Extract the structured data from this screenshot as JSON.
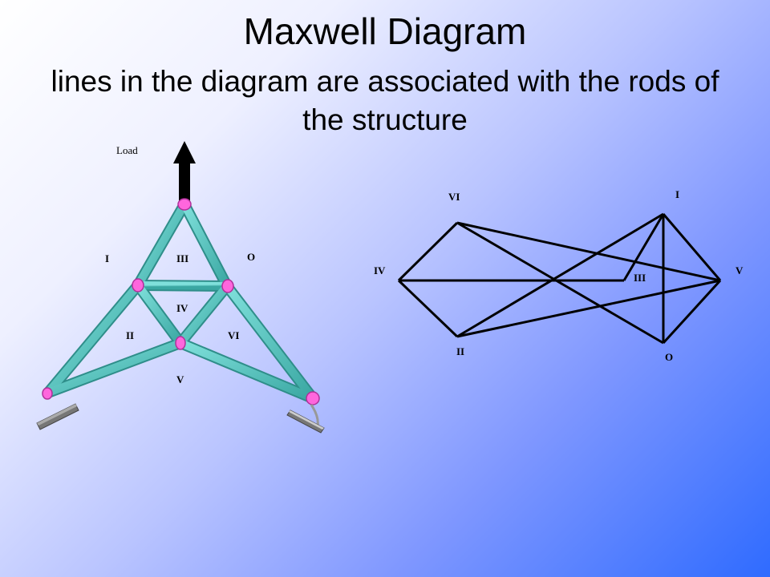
{
  "slide": {
    "title": "Maxwell Diagram",
    "subtitle": "lines in the diagram are associated with the rods of the structure"
  },
  "truss": {
    "load_label": "Load",
    "region_labels": [
      "I",
      "III",
      "O",
      "IV",
      "II",
      "VI",
      "V"
    ]
  },
  "maxwell": {
    "point_labels": [
      "VI",
      "I",
      "IV",
      "III",
      "V",
      "II",
      "O"
    ]
  },
  "colors": {
    "rod": "#5fc9c4",
    "rod_edge": "#2f8e8a",
    "joint": "#ff66dd",
    "support": "#888888",
    "diagram_line": "#000000"
  }
}
